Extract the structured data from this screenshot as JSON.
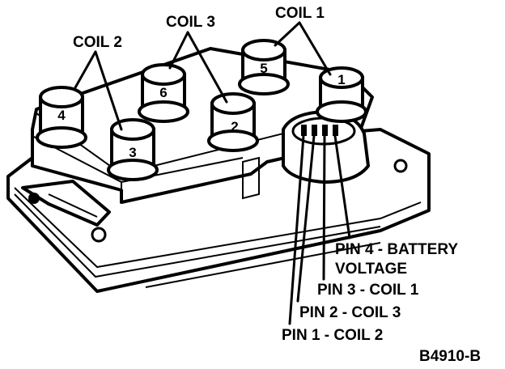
{
  "coil_labels": {
    "coil1": "COIL 1",
    "coil2": "COIL 2",
    "coil3": "COIL 3"
  },
  "terminal_numbers": {
    "t1": "1",
    "t2": "2",
    "t3": "3",
    "t4": "4",
    "t5": "5",
    "t6": "6"
  },
  "pin_labels": {
    "pin4_line1": "PIN 4 - BATTERY",
    "pin4_line2": "VOLTAGE",
    "pin3": "PIN 3 - COIL 1",
    "pin2": "PIN 2 - COIL 3",
    "pin1": "PIN 1 - COIL 2"
  },
  "figure_code": "B4910-B"
}
